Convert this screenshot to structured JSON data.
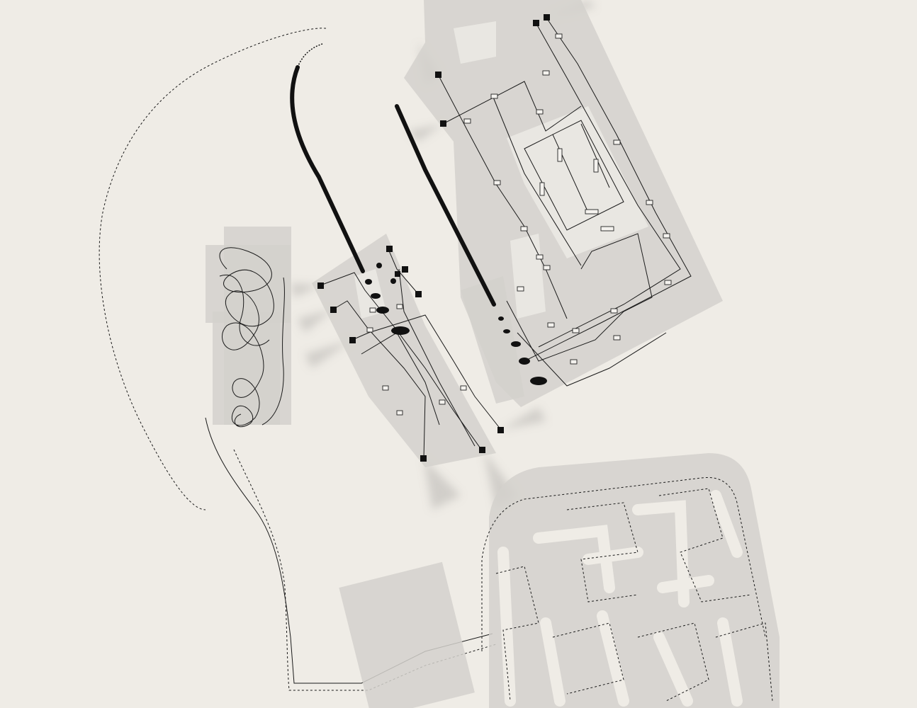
{
  "canvas": {
    "background": "#efece6",
    "block_color": "#d3d1cd",
    "ink_color": "#1a1a1a"
  },
  "elements": {
    "circuit_boards": 3,
    "scribble_panel": 1,
    "maze_panel": 1,
    "dashed_outline": 1
  }
}
